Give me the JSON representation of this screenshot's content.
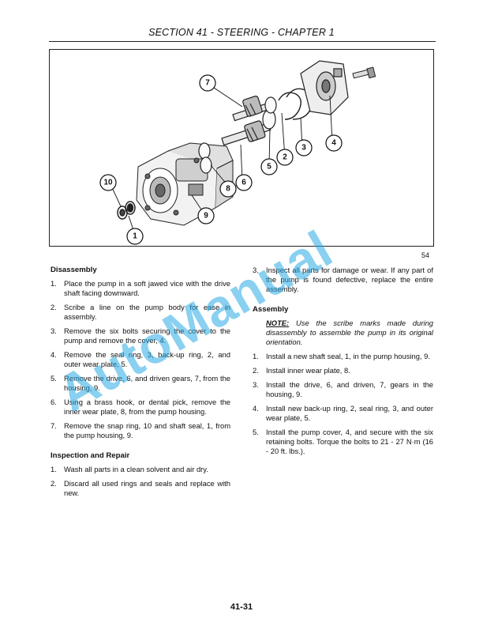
{
  "header": {
    "title": "SECTION 41 - STEERING - CHAPTER 1"
  },
  "figure": {
    "number": "54",
    "callouts": [
      "1",
      "2",
      "3",
      "4",
      "5",
      "6",
      "7",
      "8",
      "9",
      "10"
    ]
  },
  "disassembly": {
    "heading": "Disassembly",
    "steps": [
      {
        "num": "1.",
        "text": "Place the pump in a soft jawed vice with the drive shaft facing downward."
      },
      {
        "num": "2.",
        "text": "Scribe a line on the pump body for ease in assembly."
      },
      {
        "num": "3.",
        "text": "Remove the six bolts securing the cover to the pump and remove the cover, 4."
      },
      {
        "num": "4.",
        "text": "Remove the seal ring, 3, back-up ring, 2, and outer wear plate, 5."
      },
      {
        "num": "5.",
        "text": "Remove the drive, 6, and driven gears, 7, from the housing, 9."
      },
      {
        "num": "6.",
        "text": "Using a brass hook, or dental pick, remove the inner wear plate, 8, from the pump housing."
      },
      {
        "num": "7.",
        "text": "Remove the snap ring, 10 and shaft seal, 1, from the pump housing, 9."
      }
    ]
  },
  "inspection": {
    "heading": "Inspection and Repair",
    "steps": [
      {
        "num": "1.",
        "text": "Wash all parts in a clean solvent and air dry."
      },
      {
        "num": "2.",
        "text": "Discard all used rings and seals and replace with new."
      },
      {
        "num": "3.",
        "text": "Inspect all parts for damage or wear. If any part of the pump is found defective, replace the entire assembly."
      }
    ]
  },
  "assembly": {
    "heading": "Assembly",
    "note_label": "NOTE:",
    "note_text": "Use the scribe marks made during disassembly to assemble the pump in its original orientation.",
    "steps": [
      {
        "num": "1.",
        "text": "Install a new shaft seal, 1, in the pump housing, 9."
      },
      {
        "num": "2.",
        "text": "Install inner wear plate, 8."
      },
      {
        "num": "3.",
        "text": "Install the drive, 6, and driven, 7, gears in the housing, 9."
      },
      {
        "num": "4.",
        "text": "Install new back-up ring, 2, seal ring, 3, and outer wear plate, 5."
      },
      {
        "num": "5.",
        "text": "Install the pump cover, 4, and secure with the six retaining bolts. Torque the bolts to 21 - 27 N·m (16 - 20 ft. lbs.)."
      }
    ]
  },
  "footer": {
    "page_number": "41-31"
  },
  "watermark": {
    "text": "AutoManual",
    "color": "#28aae6"
  }
}
